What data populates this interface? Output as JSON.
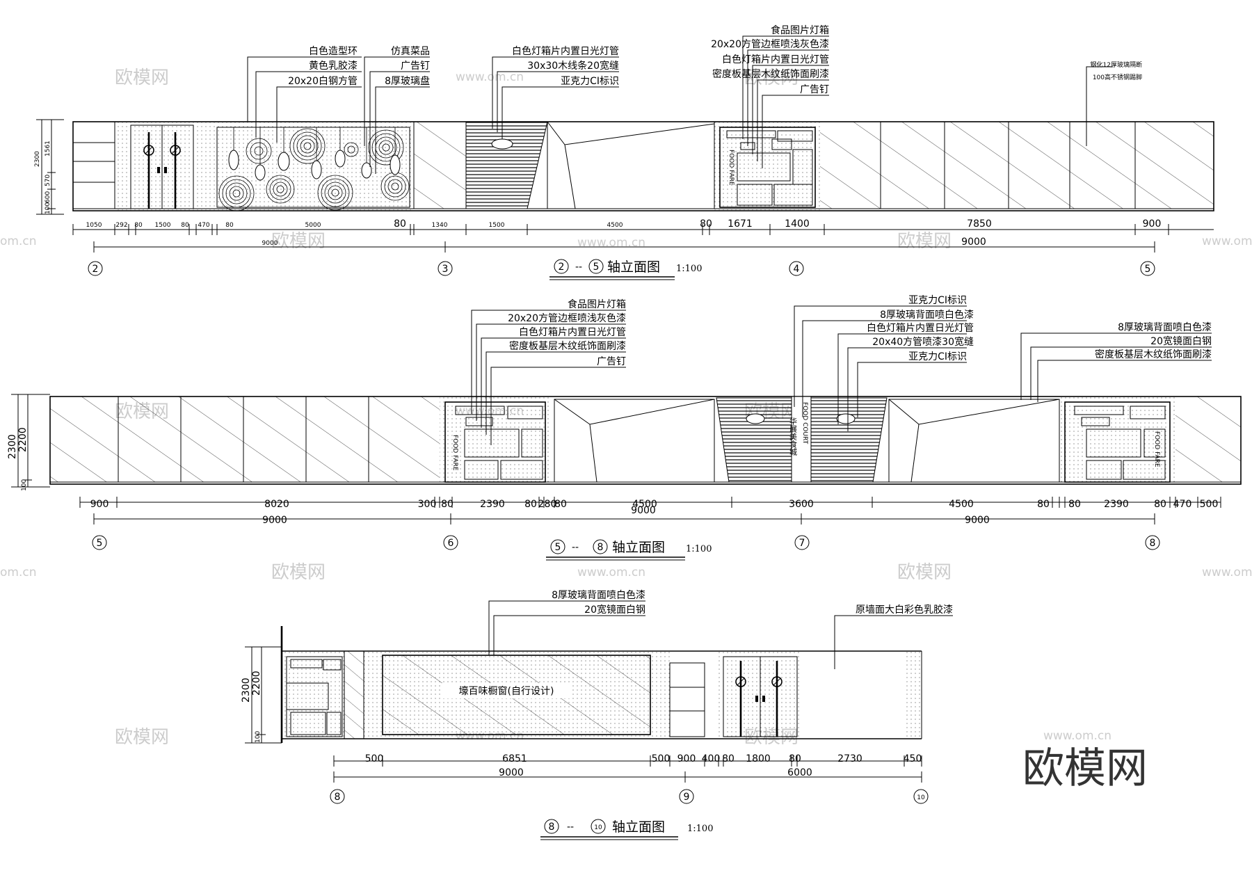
{
  "watermark": {
    "site_cn": "欧模网",
    "site_url": "www.om.cn",
    "partial_url": "om.cn"
  },
  "logo": "欧模网",
  "panel1": {
    "title_a": "2",
    "title_sep": "--",
    "title_b": "5",
    "title_tail": "轴立面图",
    "scale": "1:100",
    "labels": [
      "白色造型环",
      "黄色乳胶漆",
      "20x20白钢方管",
      "仿真菜品",
      "广告钉",
      "8厚玻璃盘",
      "白色灯箱片内置日光灯管",
      "30x30木线条20宽缝",
      "亚克力CI标识",
      "食品图片灯箱",
      "20x20方管边框喷浅灰色漆",
      "白色灯箱片内置日光灯管",
      "密度板基层木纹纸饰面刷漆",
      "广告钉",
      "钢化12厚玻璃隔断",
      "100高不锈钢踢脚"
    ],
    "vdims": [
      "2300",
      "1561",
      "570",
      "600",
      "100"
    ],
    "dims_small": [
      "1050",
      "292",
      "80",
      "1500",
      "80",
      "470",
      "80",
      "5000",
      "80",
      "1340",
      "1500",
      "4500"
    ],
    "dims_big": [
      "80",
      "1671",
      "1400",
      "7850",
      "900"
    ],
    "totals": [
      "9000",
      "9000"
    ],
    "axes": [
      "2",
      "3",
      "4",
      "5"
    ],
    "food_fare": "FOOD FARE"
  },
  "panel2": {
    "title_a": "5",
    "title_sep": "--",
    "title_b": "8",
    "title_tail": "轴立面图",
    "scale": "1:100",
    "labels": [
      "食品图片灯箱",
      "20x20方管边框喷浅灰色漆",
      "白色灯箱片内置日光灯管",
      "密度板基层木纹纸饰面刷漆",
      "广告钉",
      "亚克力CI标识",
      "8厚玻璃背面喷白色漆",
      "白色灯箱片内置日光灯管",
      "20x40方管喷漆30宽缝",
      "亚克力CI标识",
      "8厚玻璃背面喷白色漆",
      "20宽镜面白钢",
      "密度板基层木纹纸饰面刷漆"
    ],
    "vdims": [
      "2300",
      "2200",
      "100"
    ],
    "dims": [
      "900",
      "8020",
      "300",
      "80",
      "2390",
      "80",
      "280",
      "80",
      "4500",
      "3600",
      "4500",
      "80",
      "80",
      "2390",
      "80",
      "470",
      "500"
    ],
    "totals": [
      "9000",
      "9000",
      "9000"
    ],
    "axes": [
      "5",
      "6",
      "7",
      "8"
    ],
    "food_fare": "FOOD FARE",
    "food_court": "FOOD COURT",
    "court_cn": "华展美食城"
  },
  "panel3": {
    "title_a": "8",
    "title_sep": "--",
    "title_b": "10",
    "title_tail": "轴立面图",
    "scale": "1:100",
    "labels": [
      "8厚玻璃背面喷白色漆",
      "20宽镜面白钢",
      "原墙面大白彩色乳胶漆"
    ],
    "showcase": "壕百味橱窗(自行设计)",
    "vdims": [
      "2300",
      "2200",
      "100"
    ],
    "dims": [
      "500",
      "6851",
      "500",
      "900",
      "400",
      "80",
      "1800",
      "80",
      "2730",
      "450"
    ],
    "totals": [
      "9000",
      "6000"
    ],
    "axes": [
      "8",
      "9",
      "10"
    ]
  }
}
